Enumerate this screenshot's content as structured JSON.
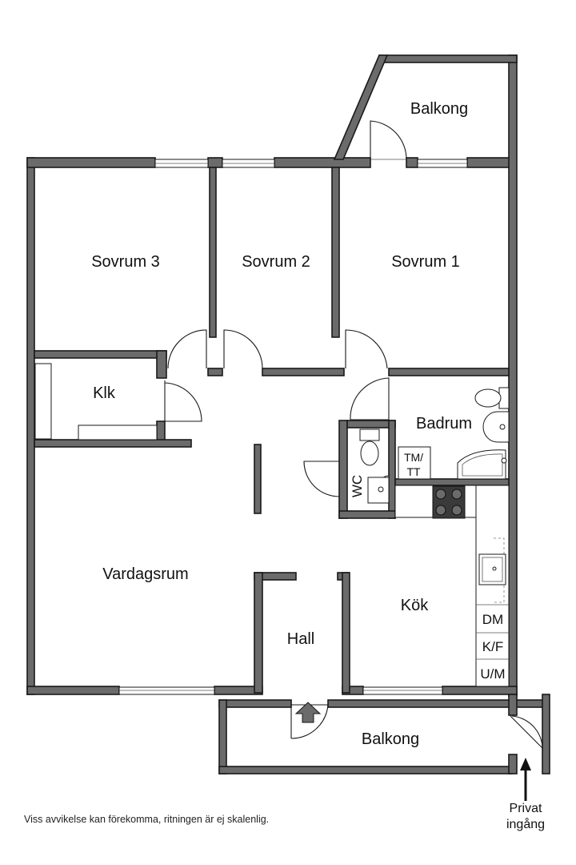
{
  "rooms": {
    "balkong_top": "Balkong",
    "sovrum3": "Sovrum 3",
    "sovrum2": "Sovrum 2",
    "sovrum1": "Sovrum 1",
    "klk": "Klk",
    "badrum": "Badrum",
    "wc": "WC",
    "vardagsrum": "Vardagsrum",
    "kok": "Kök",
    "hall": "Hall",
    "balkong_bottom": "Balkong"
  },
  "appliances": {
    "tm_line1": "TM/",
    "tm_line2": "TT",
    "dm": "DM",
    "kf": "K/F",
    "um": "U/M"
  },
  "entrance": {
    "line1": "Privat",
    "line2": "ingång"
  },
  "disclaimer": "Viss avvikelse kan förekomma, ritningen är ej skalenlig.",
  "colors": {
    "wall": "#6b6b6b",
    "line": "#1a1a1a",
    "background": "#ffffff"
  }
}
